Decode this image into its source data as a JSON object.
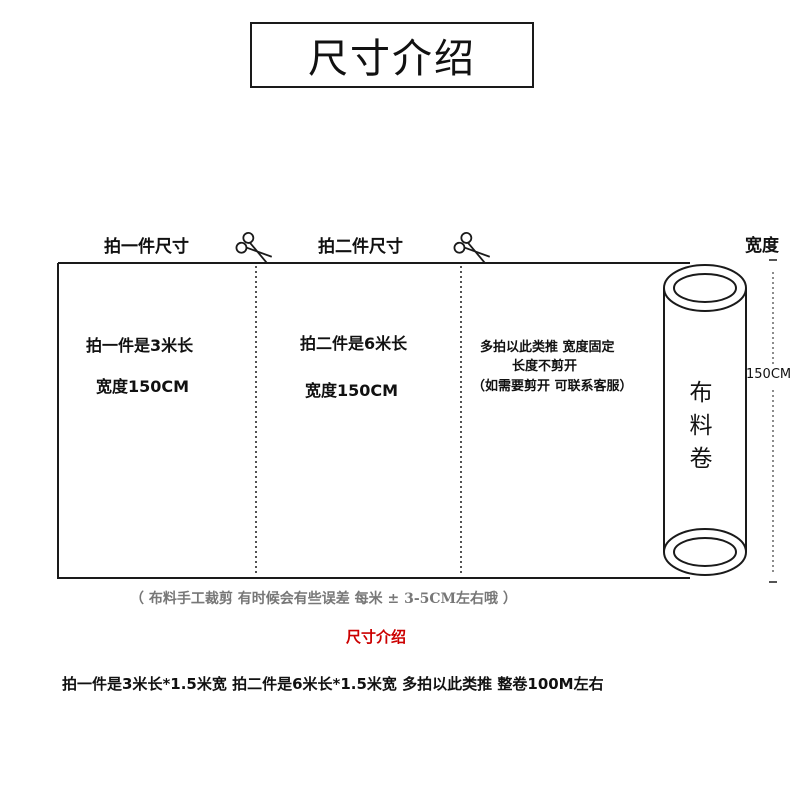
{
  "title": "尺寸介绍",
  "columns": {
    "one_piece_label": "拍一件尺寸",
    "two_piece_label": "拍二件尺寸"
  },
  "panel1": {
    "line1": "拍一件是3米长",
    "line2": "宽度150CM"
  },
  "panel2": {
    "line1": "拍二件是6米长",
    "line2": "宽度150CM"
  },
  "panel3": {
    "line1": "多拍以此类推 宽度固定",
    "line2": "长度不剪开",
    "line3": "（如需要剪开 可联系客服）"
  },
  "roll": {
    "label": "布料卷"
  },
  "width": {
    "label": "宽度",
    "value": "150CM"
  },
  "note": "（ 布料手工裁剪 有时候会有些误差 每米 ± 3-5CM左右哦 ）",
  "sub_title": "尺寸介绍",
  "summary": "拍一件是3米长*1.5米宽 拍二件是6米长*1.5米宽 多拍以此类推 整卷100M左右",
  "icons": {
    "cut_marker": "scissors-icon"
  },
  "colors": {
    "line": "#1a1a1a",
    "note": "#777777",
    "accent": "#cc0000"
  }
}
